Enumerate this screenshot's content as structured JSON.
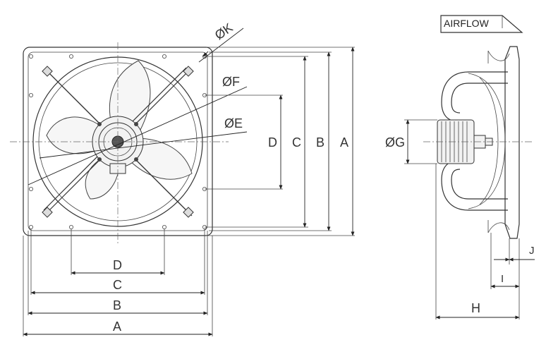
{
  "front_view": {
    "phi_k": "ØK",
    "phi_f": "ØF",
    "phi_e": "ØE",
    "vertical_dims": [
      "D",
      "C",
      "B",
      "A"
    ],
    "horizontal_dims": [
      "D",
      "C",
      "B",
      "A"
    ]
  },
  "side_view": {
    "airflow": "AIRFLOW",
    "phi_g": "ØG",
    "dims": {
      "h": "H",
      "i": "I",
      "j": "J"
    }
  }
}
